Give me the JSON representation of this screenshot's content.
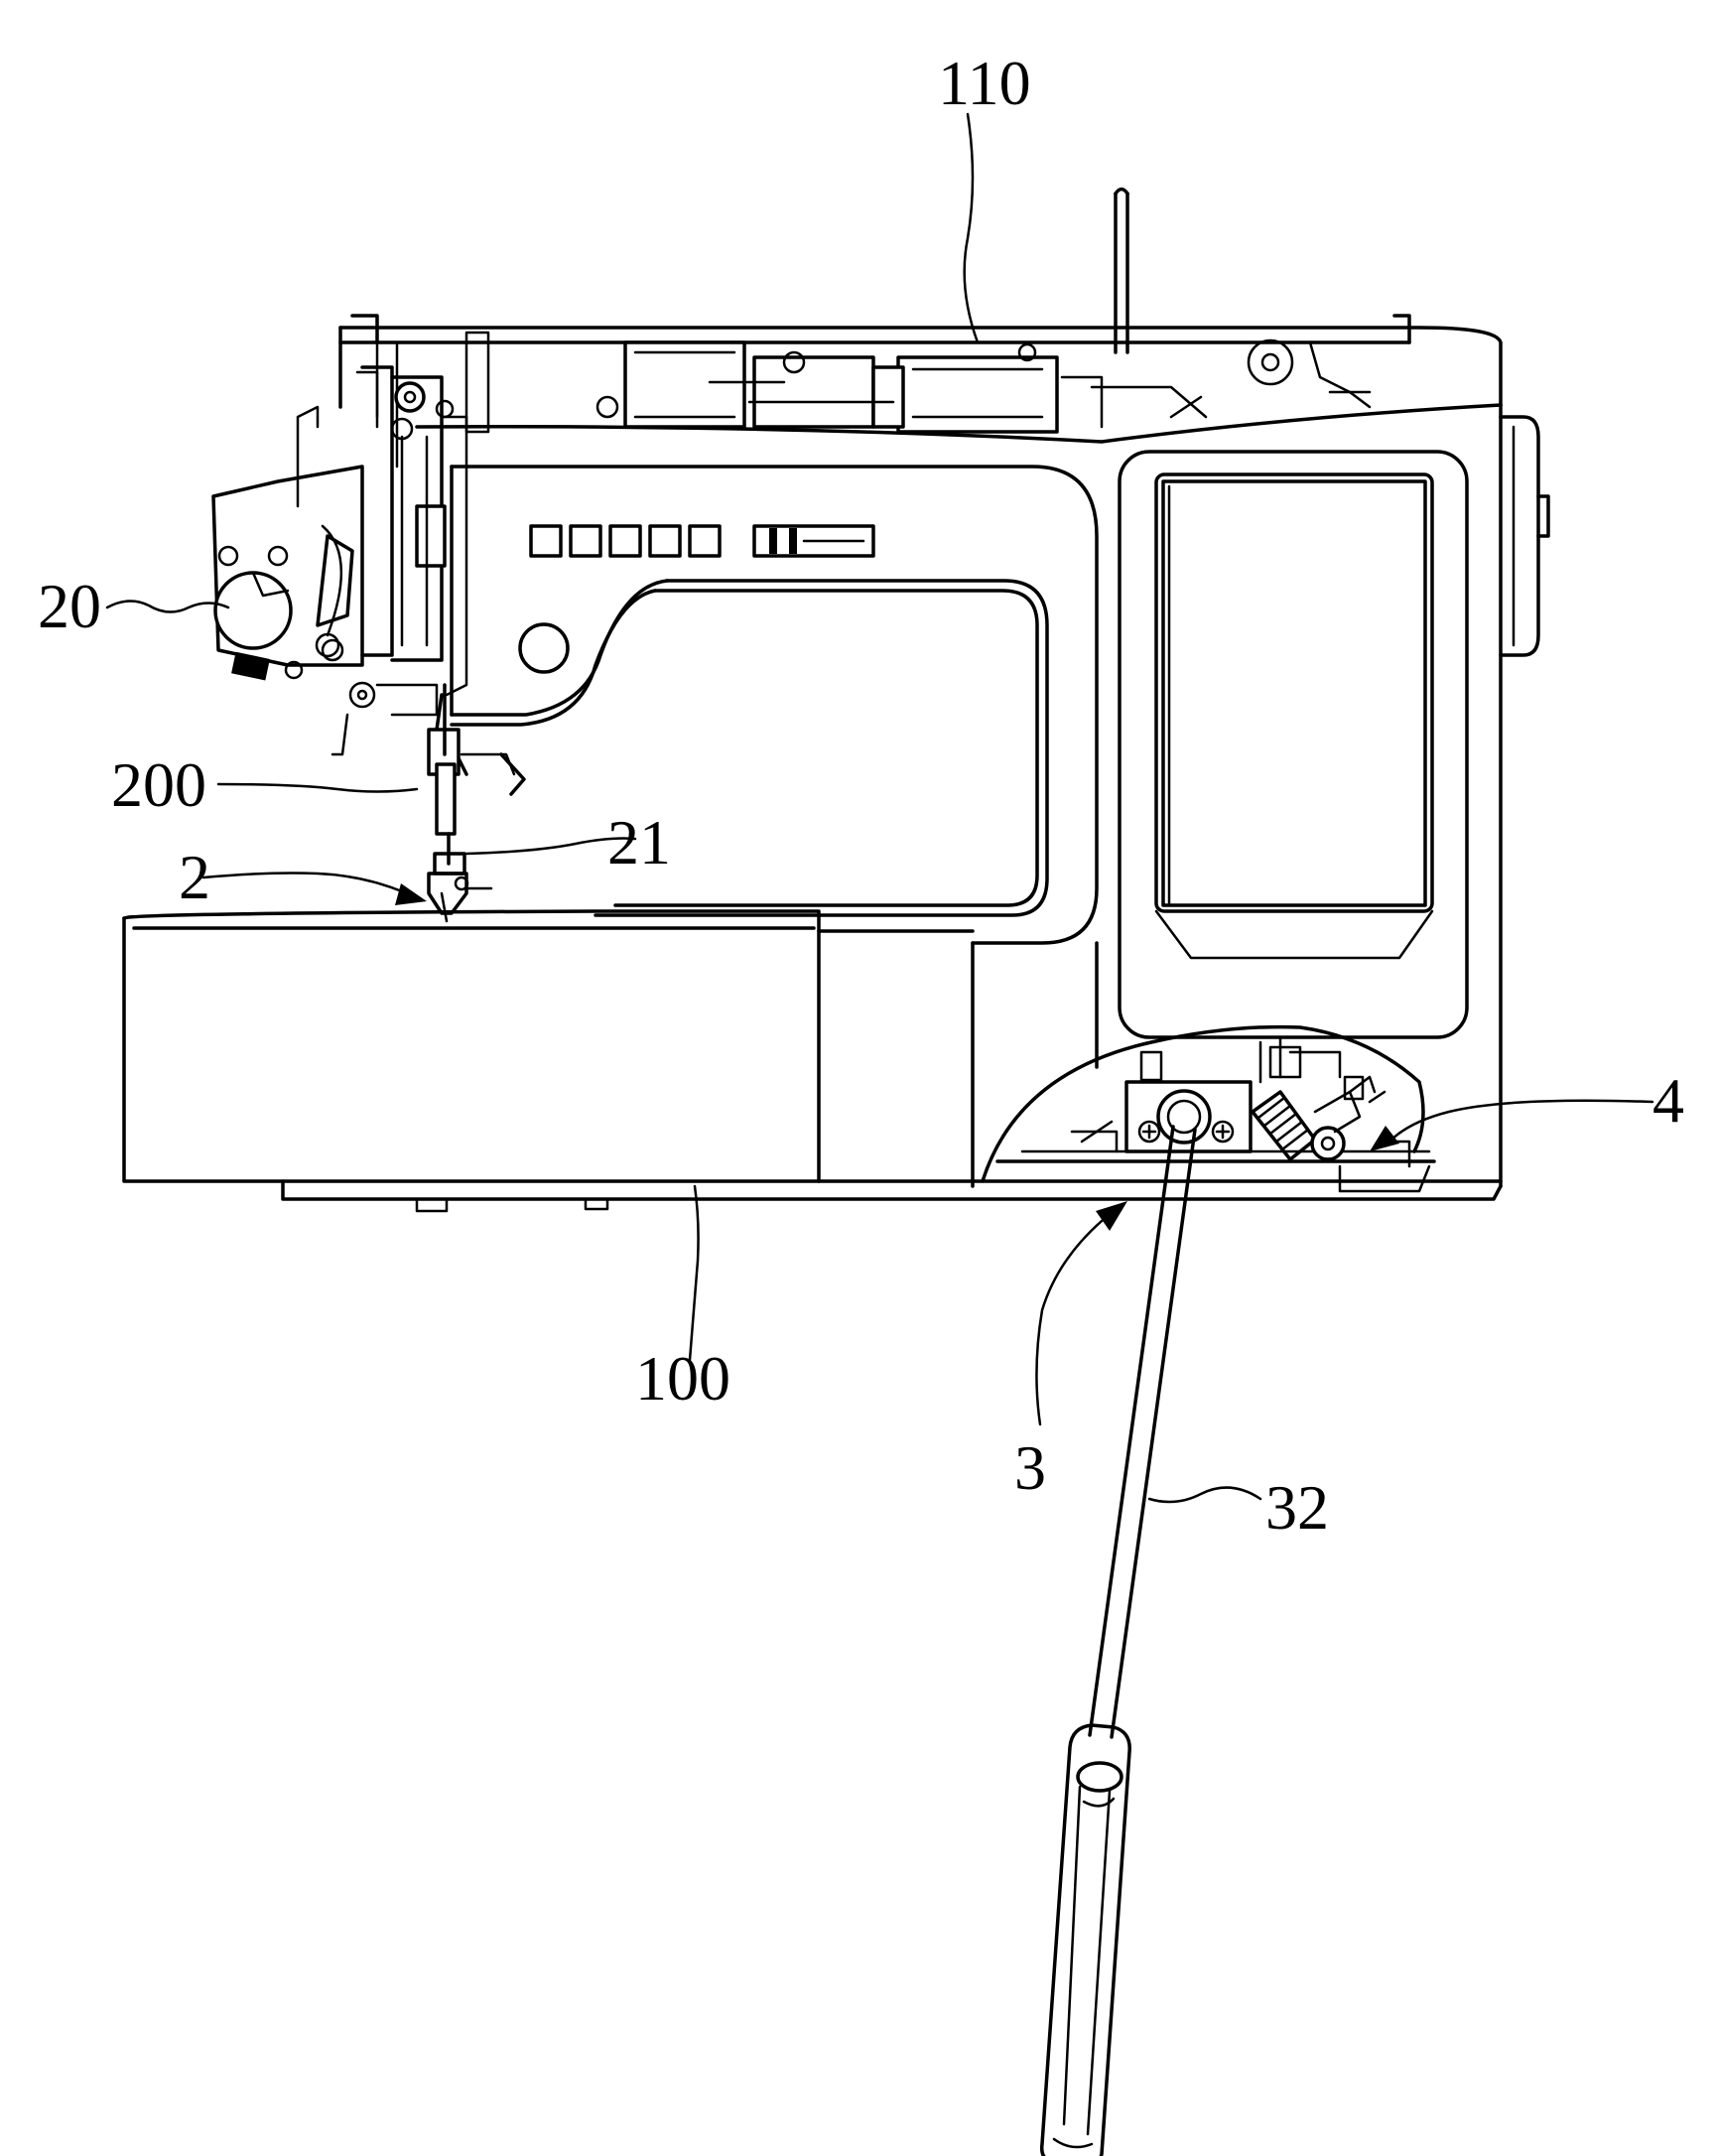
{
  "labels": {
    "l110": "110",
    "l20": "20",
    "l200": "200",
    "l21": "21",
    "l2": "2",
    "l4": "4",
    "l100": "100",
    "l3": "3",
    "l32": "32"
  },
  "colors": {
    "ink": "#000000",
    "paper": "#ffffff"
  }
}
